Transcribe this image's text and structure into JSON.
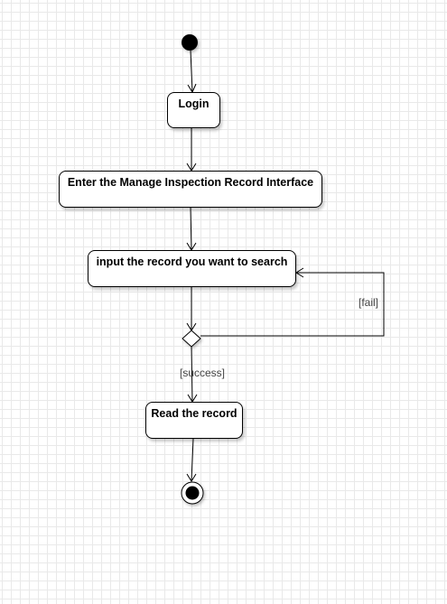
{
  "diagram": {
    "nodes": {
      "login": "Login",
      "enter": "Enter the Manage Inspection Record Interface",
      "input": "input the record you want to search",
      "read": "Read the record"
    },
    "guards": {
      "fail": "[fail]",
      "success": "[success]"
    }
  }
}
